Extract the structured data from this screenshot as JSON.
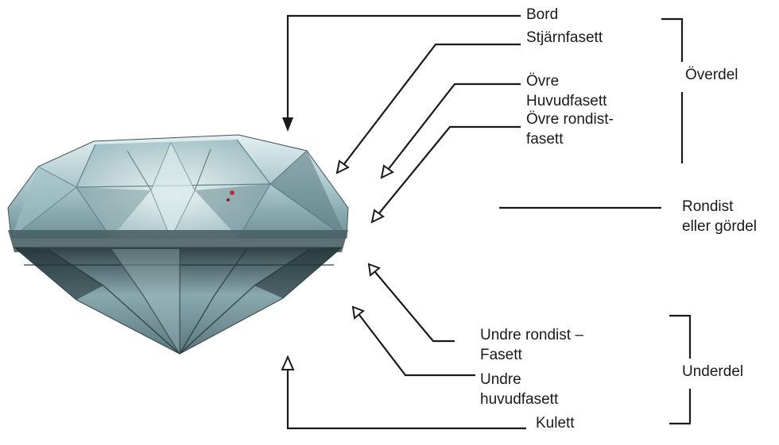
{
  "labels": {
    "bord": "Bord",
    "stjarnfasett": "Stjärnfasett",
    "ovre_huvudfasett": [
      "Övre",
      "Huvudfasett"
    ],
    "ovre_rondistfasett": [
      "Övre rondist-",
      "fasett"
    ],
    "overdel": "Överdel",
    "rondist": [
      "Rondist",
      "eller gördel"
    ],
    "undre_rondistfasett": [
      "Undre rondist –",
      "Fasett"
    ],
    "undre_huvudfasett": [
      "Undre",
      "huvudfasett"
    ],
    "underdel": "Underdel",
    "kulett": "Kulett"
  },
  "colors": {
    "line": "#1a1a1a",
    "diamond_light": "#cfe3e6",
    "diamond_mid": "#8fb1b7",
    "diamond_dark": "#3c5559",
    "diamond_deep": "#1e2d30"
  }
}
